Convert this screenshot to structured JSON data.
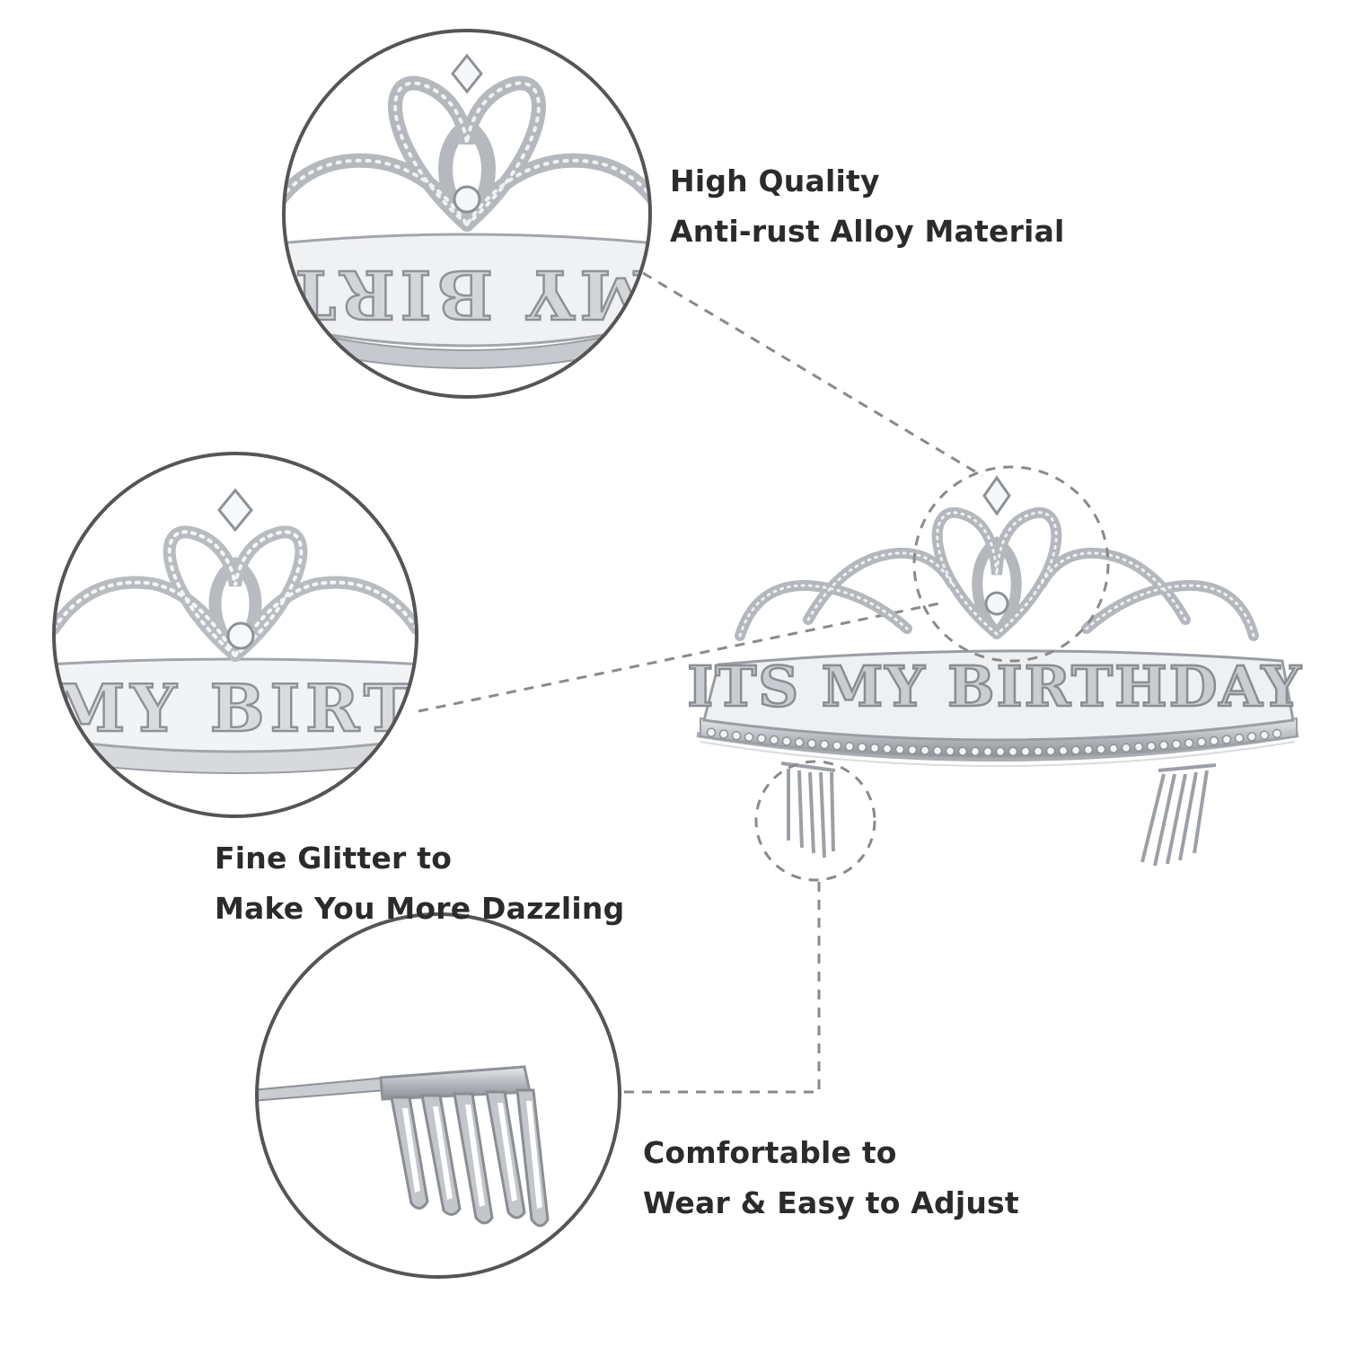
{
  "features": [
    {
      "id": "quality",
      "lines": [
        "High Quality",
        "Anti-rust Alloy Material"
      ]
    },
    {
      "id": "glitter",
      "lines": [
        "Fine Glitter to",
        "Make You More Dazzling"
      ]
    },
    {
      "id": "comfort",
      "lines": [
        "Comfortable to",
        "Wear & Easy to Adjust"
      ]
    }
  ],
  "tiara": {
    "band_text": "ITS MY BIRTHDAY",
    "zoom_quality_text": "MY BIRT",
    "zoom_glitter_text": "MY BIRT"
  },
  "colors": {
    "caption": "#2b2b2b",
    "circle_border": "#555555",
    "dashed_line": "#8a8a8a",
    "silver": "#b9bcc0",
    "silver_dark": "#8e9297",
    "rhinestone": "#f3f4f6"
  }
}
